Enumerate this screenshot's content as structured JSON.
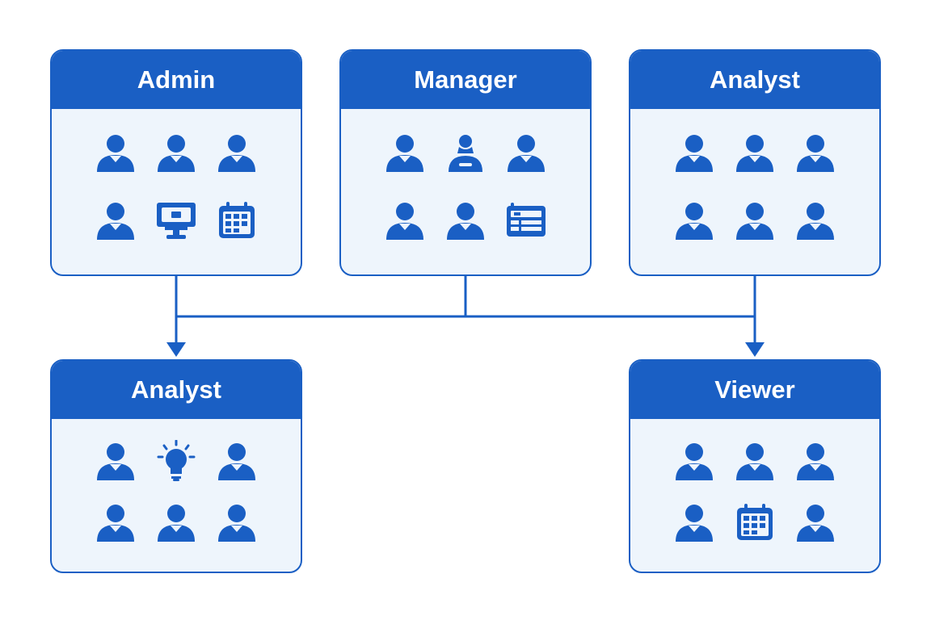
{
  "roles": {
    "admin": {
      "title": "Admin",
      "icons": [
        "user-icon",
        "user-icon",
        "user-icon",
        "user-icon",
        "monitor-icon",
        "calendar-icon"
      ]
    },
    "manager": {
      "title": "Manager",
      "icons": [
        "user-icon",
        "user-badge-icon",
        "user-icon",
        "user-icon",
        "user-icon",
        "id-card-icon"
      ]
    },
    "analyst_top": {
      "title": "Analyst",
      "icons": [
        "user-icon",
        "user-icon",
        "user-icon",
        "user-icon",
        "user-icon",
        "user-icon"
      ]
    },
    "analyst_bottom": {
      "title": "Analyst",
      "icons": [
        "user-icon",
        "lightbulb-icon",
        "user-icon",
        "user-icon",
        "user-icon",
        "user-icon"
      ]
    },
    "viewer": {
      "title": "Viewer",
      "icons": [
        "user-icon",
        "user-icon",
        "user-icon",
        "user-icon",
        "calendar-icon",
        "user-icon"
      ]
    }
  },
  "colors": {
    "primary": "#1a5fc4",
    "card_fill": "#eef5fc",
    "background": "#ffffff"
  }
}
